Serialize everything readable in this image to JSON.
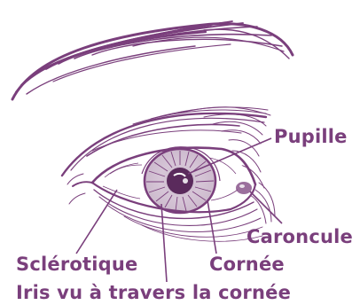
{
  "labels": {
    "pupille": "Pupille",
    "caroncule": "Caroncule",
    "sclerotique": "Sclérotique",
    "cornee": "Cornée",
    "iris": "Iris vu à travers la cornée"
  },
  "colors": {
    "ink": "#7a3f7c",
    "background": "#ffffff"
  }
}
